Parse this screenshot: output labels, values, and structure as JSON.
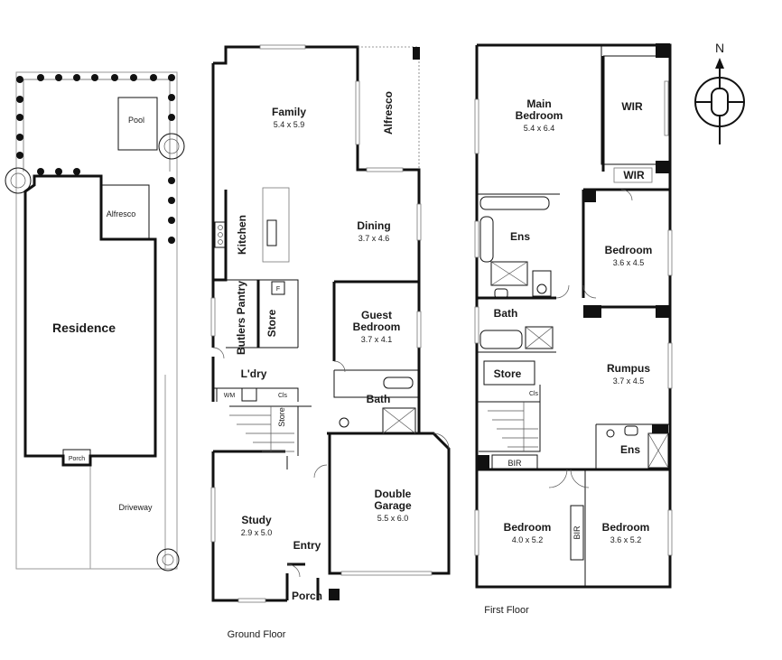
{
  "site_plan": {
    "residence": "Residence",
    "pool": "Pool",
    "alfresco": "Alfresco",
    "porch": "Porch",
    "driveway": "Driveway"
  },
  "ground_floor": {
    "caption": "Ground Floor",
    "family": {
      "name": "Family",
      "dims": "5.4 x 5.9"
    },
    "alfresco": "Alfresco",
    "kitchen": "Kitchen",
    "dining": {
      "name": "Dining",
      "dims": "3.7 x 4.6"
    },
    "butlers_pantry": "Butlers Pantry",
    "store_upper": "Store",
    "fridge": "F",
    "guest_bedroom": {
      "line1": "Guest",
      "line2": "Bedroom",
      "dims": "3.7 x 4.1"
    },
    "laundry": "L'dry",
    "wm": "WM",
    "clothes": "Cls",
    "store_lower": "Store",
    "bath": "Bath",
    "double_garage": {
      "line1": "Double",
      "line2": "Garage",
      "dims": "5.5 x 6.0"
    },
    "study": {
      "name": "Study",
      "dims": "2.9 x 5.0"
    },
    "entry": "Entry",
    "porch": "Porch"
  },
  "first_floor": {
    "caption": "First Floor",
    "main_bedroom": {
      "line1": "Main",
      "line2": "Bedroom",
      "dims": "5.4 x 6.4"
    },
    "wir_main": "WIR",
    "wir_small": "WIR",
    "ens_main": "Ens",
    "bedroom_east": {
      "name": "Bedroom",
      "dims": "3.6 x 4.5"
    },
    "bath": "Bath",
    "store": "Store",
    "clothes": "Cls",
    "rumpus": {
      "name": "Rumpus",
      "dims": "3.7 x 4.5"
    },
    "ens_small": "Ens",
    "bir_horizontal": "BIR",
    "bir_vertical": "BIR",
    "bedroom_sw": {
      "name": "Bedroom",
      "dims": "4.0 x 5.2"
    },
    "bedroom_se": {
      "name": "Bedroom",
      "dims": "3.6 x 5.2"
    }
  },
  "compass": {
    "north": "N"
  }
}
